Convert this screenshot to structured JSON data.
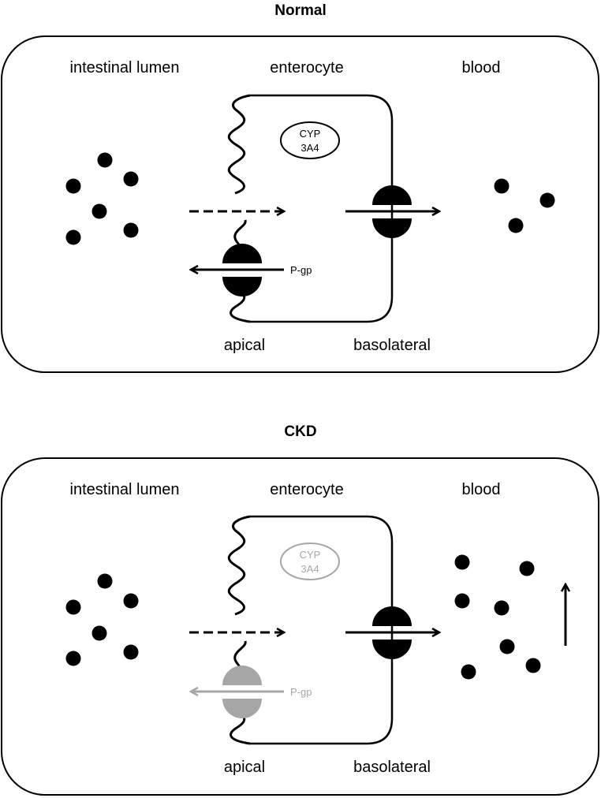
{
  "panels": [
    {
      "title": "Normal",
      "regions": {
        "lumen": "intestinal lumen",
        "cell": "enterocyte",
        "blood": "blood"
      },
      "membranes": {
        "apical": "apical",
        "basolateral": "basolateral"
      },
      "enzyme": {
        "line1": "CYP",
        "line2": "3A4",
        "color": "#000000"
      },
      "efflux": {
        "label": "P-gp",
        "color": "#000000"
      },
      "lumen_dot_count": 6,
      "blood_dot_count": 3,
      "blood_increase_arrow": false
    },
    {
      "title": "CKD",
      "regions": {
        "lumen": "intestinal lumen",
        "cell": "enterocyte",
        "blood": "blood"
      },
      "membranes": {
        "apical": "apical",
        "basolateral": "basolateral"
      },
      "enzyme": {
        "line1": "CYP",
        "line2": "3A4",
        "color": "#a6a6a6"
      },
      "efflux": {
        "label": "P-gp",
        "color": "#a6a6a6"
      },
      "lumen_dot_count": 6,
      "blood_dot_count": 7,
      "blood_increase_arrow": true
    }
  ],
  "colors": {
    "ink": "#000000",
    "reduced": "#a6a6a6"
  }
}
